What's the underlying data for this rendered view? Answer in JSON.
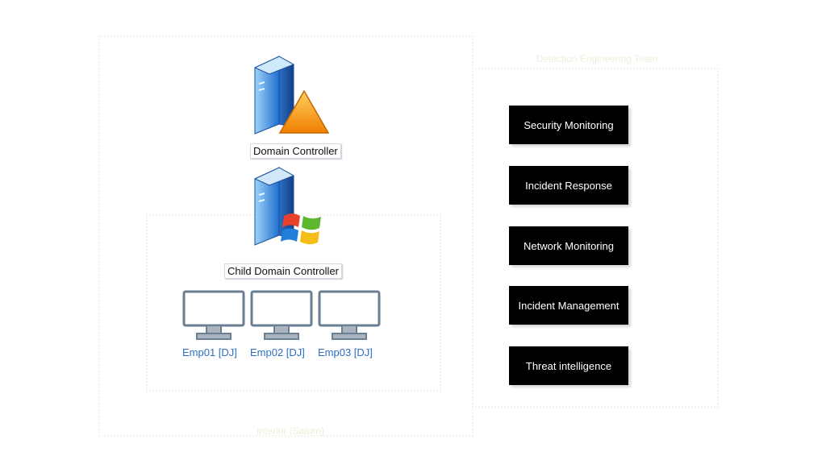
{
  "zones": {
    "right_title": "Detection Engineering Team",
    "outer_title": "Interior (Saturn)"
  },
  "nodes": {
    "domain_controller": "Domain Controller",
    "child_domain_controller": "Child Domain Controller",
    "workstations": [
      "Emp01 [DJ]",
      "Emp02 [DJ]",
      "Emp03 [DJ]"
    ]
  },
  "team": {
    "items": [
      "Security Monitoring",
      "Incident Response",
      "Network Monitoring",
      "Incident Management",
      "Threat intelligence"
    ]
  },
  "icons": [
    "server-tower-icon",
    "warning-triangle-icon",
    "windows-logo-icon",
    "monitor-icon"
  ],
  "colors": {
    "button_bg": "#000000",
    "button_text": "#ffffff",
    "workstation_label": "#2b6fc4",
    "triangle": "#f39a12"
  }
}
